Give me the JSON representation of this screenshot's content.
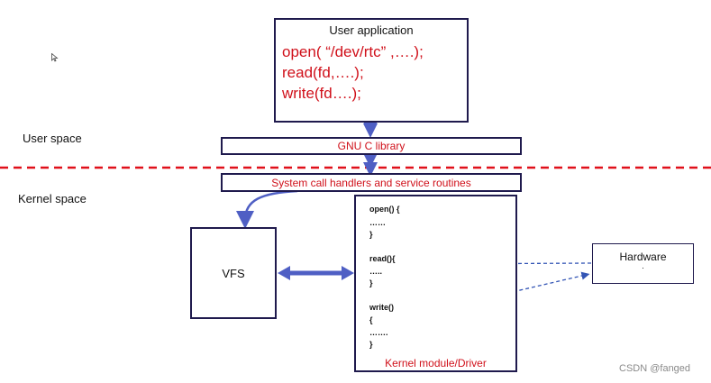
{
  "user_app": {
    "title": "User application",
    "lines": [
      "open( “/dev/rtc” ,….);",
      "read(fd,….);",
      "write(fd….);"
    ]
  },
  "glibc_label": "GNU C library",
  "syscall_label": "System call handlers and service routines",
  "user_space_label": "User space",
  "kernel_space_label": "Kernel space",
  "vfs_label": "VFS",
  "driver": {
    "lines": [
      "open() {",
      "……",
      "}",
      "read(){",
      "…..",
      "}",
      "write()",
      "{",
      "…….",
      "}"
    ],
    "caption": "Kernel module/Driver"
  },
  "hardware": {
    "label": "Hardware",
    "dot": "."
  },
  "watermark": "CSDN @fanged",
  "colors": {
    "box_border": "#1f1a4d",
    "red_text": "#d0101a",
    "arrow_blue": "#4f5fc4",
    "dashed_blue": "#3355b5",
    "divider_red": "#e0101a"
  }
}
